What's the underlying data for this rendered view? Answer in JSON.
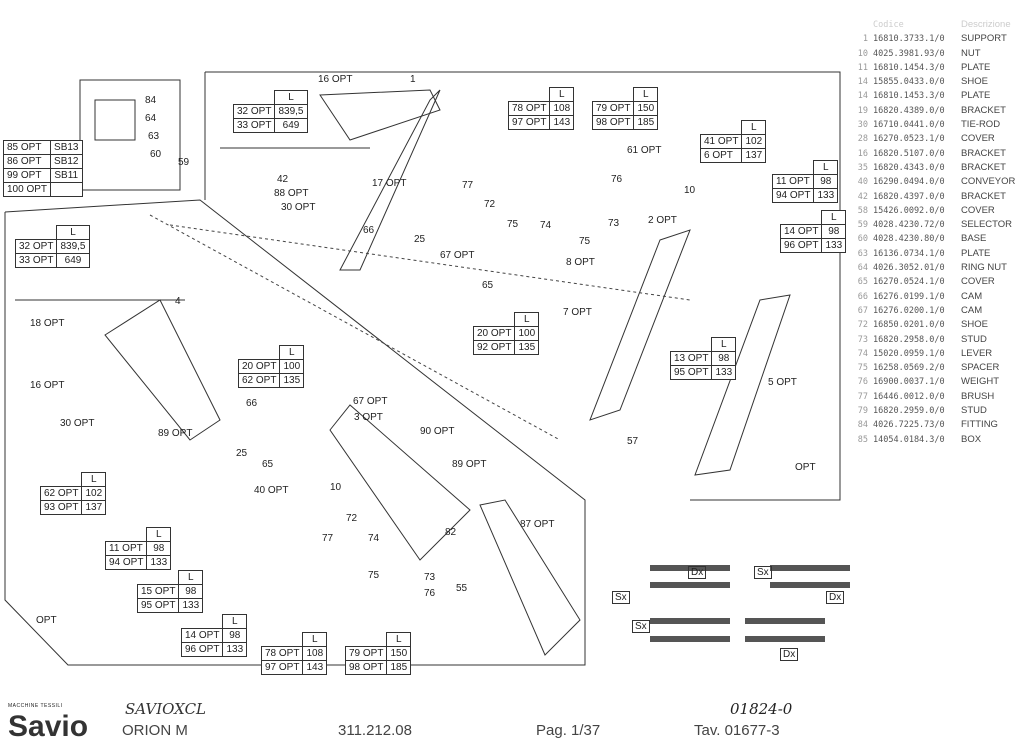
{
  "parts_header": {
    "col1": "Codice",
    "col2": "Descrizione"
  },
  "parts": [
    {
      "n": "1",
      "code": "16810.3733.1/0",
      "desc": "SUPPORT"
    },
    {
      "n": "10",
      "code": "4025.3981.93/0",
      "desc": "NUT"
    },
    {
      "n": "11",
      "code": "16810.1454.3/0",
      "desc": "PLATE"
    },
    {
      "n": "14",
      "code": "15855.0433.0/0",
      "desc": "SHOE"
    },
    {
      "n": "14",
      "code": "16810.1453.3/0",
      "desc": "PLATE"
    },
    {
      "n": "19",
      "code": "16820.4389.0/0",
      "desc": "BRACKET"
    },
    {
      "n": "30",
      "code": "16710.0441.0/0",
      "desc": "TIE-ROD"
    },
    {
      "n": "28",
      "code": "16270.0523.1/0",
      "desc": "COVER"
    },
    {
      "n": "16",
      "code": "16820.5107.0/0",
      "desc": "BRACKET"
    },
    {
      "n": "35",
      "code": "16820.4343.0/0",
      "desc": "BRACKET"
    },
    {
      "n": "40",
      "code": "16290.0494.0/0",
      "desc": "CONVEYOR"
    },
    {
      "n": "42",
      "code": "16820.4397.0/0",
      "desc": "BRACKET"
    },
    {
      "n": "58",
      "code": "15426.0092.0/0",
      "desc": "COVER"
    },
    {
      "n": "59",
      "code": "4028.4230.72/0",
      "desc": "SELECTOR"
    },
    {
      "n": "60",
      "code": "4028.4230.80/0",
      "desc": "BASE"
    },
    {
      "n": "63",
      "code": "16136.0734.1/0",
      "desc": "PLATE"
    },
    {
      "n": "64",
      "code": "4026.3052.01/0",
      "desc": "RING NUT"
    },
    {
      "n": "65",
      "code": "16270.0524.1/0",
      "desc": "COVER"
    },
    {
      "n": "66",
      "code": "16276.0199.1/0",
      "desc": "CAM"
    },
    {
      "n": "67",
      "code": "16276.0200.1/0",
      "desc": "CAM"
    },
    {
      "n": "72",
      "code": "16850.0201.0/0",
      "desc": "SHOE"
    },
    {
      "n": "73",
      "code": "16820.2958.0/0",
      "desc": "STUD"
    },
    {
      "n": "74",
      "code": "15020.0959.1/0",
      "desc": "LEVER"
    },
    {
      "n": "75",
      "code": "16258.0569.2/0",
      "desc": "SPACER"
    },
    {
      "n": "76",
      "code": "16900.0037.1/0",
      "desc": "WEIGHT"
    },
    {
      "n": "77",
      "code": "16446.0012.0/0",
      "desc": "BRUSH"
    },
    {
      "n": "79",
      "code": "16820.2959.0/0",
      "desc": "STUD"
    },
    {
      "n": "84",
      "code": "4026.7225.73/0",
      "desc": "FITTING"
    },
    {
      "n": "85",
      "code": "14054.0184.3/0",
      "desc": "BOX"
    }
  ],
  "length_header": "L",
  "tables": [
    {
      "hdr": true,
      "rows": [
        [
          "32 OPT",
          "839,5"
        ],
        [
          "33 OPT",
          "649"
        ]
      ]
    },
    {
      "hdr": true,
      "rows": [
        [
          "78 OPT",
          "108"
        ],
        [
          "97 OPT",
          "143"
        ]
      ]
    },
    {
      "hdr": true,
      "rows": [
        [
          "79 OPT",
          "150"
        ],
        [
          "98 OPT",
          "185"
        ]
      ]
    },
    {
      "hdr": false,
      "rows": [
        [
          "85 OPT",
          "SB13"
        ],
        [
          "86 OPT",
          "SB12"
        ],
        [
          "99 OPT",
          "SB11"
        ],
        [
          "100 OPT",
          ""
        ]
      ]
    },
    {
      "hdr": true,
      "rows": [
        [
          "41 OPT",
          "102"
        ],
        [
          "6 OPT",
          "137"
        ]
      ]
    },
    {
      "hdr": true,
      "rows": [
        [
          "11 OPT",
          "98"
        ],
        [
          "94 OPT",
          "133"
        ]
      ]
    },
    {
      "hdr": true,
      "rows": [
        [
          "14 OPT",
          "98"
        ],
        [
          "96 OPT",
          "133"
        ]
      ]
    },
    {
      "hdr": true,
      "rows": [
        [
          "32 OPT",
          "839,5"
        ],
        [
          "33 OPT",
          "649"
        ]
      ]
    },
    {
      "hdr": true,
      "rows": [
        [
          "20 OPT",
          "100"
        ],
        [
          "92 OPT",
          "135"
        ]
      ]
    },
    {
      "hdr": true,
      "rows": [
        [
          "13 OPT",
          "98"
        ],
        [
          "95 OPT",
          "133"
        ]
      ]
    },
    {
      "hdr": true,
      "rows": [
        [
          "20 OPT",
          "100"
        ],
        [
          "62 OPT",
          "135"
        ]
      ]
    },
    {
      "hdr": true,
      "rows": [
        [
          "62 OPT",
          "102"
        ],
        [
          "93 OPT",
          "137"
        ]
      ]
    },
    {
      "hdr": true,
      "rows": [
        [
          "11 OPT",
          "98"
        ],
        [
          "94 OPT",
          "133"
        ]
      ]
    },
    {
      "hdr": true,
      "rows": [
        [
          "15 OPT",
          "98"
        ],
        [
          "95 OPT",
          "133"
        ]
      ]
    },
    {
      "hdr": true,
      "rows": [
        [
          "14 OPT",
          "98"
        ],
        [
          "96 OPT",
          "133"
        ]
      ]
    },
    {
      "hdr": true,
      "rows": [
        [
          "78 OPT",
          "108"
        ],
        [
          "97 OPT",
          "143"
        ]
      ]
    },
    {
      "hdr": true,
      "rows": [
        [
          "79 OPT",
          "150"
        ],
        [
          "98 OPT",
          "185"
        ]
      ]
    }
  ],
  "callouts": [
    "16 OPT",
    "1",
    "84",
    "64",
    "63",
    "60",
    "59",
    "42",
    "88 OPT",
    "30 OPT",
    "17 OPT",
    "77",
    "72",
    "75",
    "74",
    "76",
    "61 OPT",
    "10",
    "73",
    "75",
    "2 OPT",
    "8 OPT",
    "7 OPT",
    "66",
    "25",
    "67 OPT",
    "65",
    "5 OPT",
    "57",
    "OPT",
    "4",
    "18 OPT",
    "16 OPT",
    "30 OPT",
    "89 OPT",
    "66",
    "25",
    "65",
    "67 OPT",
    "3 OPT",
    "90 OPT",
    "89 OPT",
    "40 OPT",
    "10",
    "72",
    "74",
    "82",
    "87 OPT",
    "55",
    "77",
    "75",
    "73",
    "76",
    "OPT"
  ],
  "side_labels": {
    "dx": "Dx",
    "sx": "Sx"
  },
  "footer": {
    "brand": "Savio",
    "brand_sub": "MACCHINE TESSILI",
    "handwritten_model": "SAVIOXCL",
    "model": "ORION M",
    "code": "311.212.08",
    "page": "Pag. 1/37",
    "tav": "Tav. 01677-3",
    "handwritten_code": "01824-0"
  }
}
